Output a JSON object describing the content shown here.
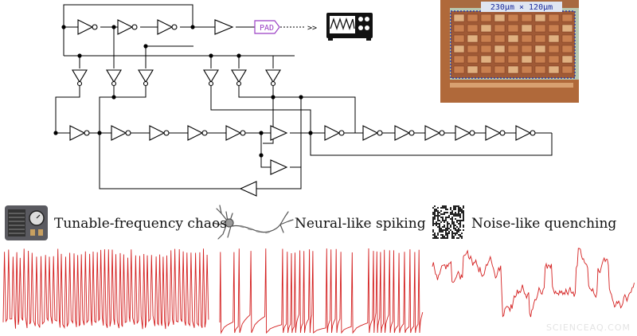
{
  "circuit": {
    "pad_label": "PAD",
    "probe_arrow": ">>"
  },
  "chip_photo": {
    "dimension_label": "230μm × 120μm"
  },
  "panels": [
    {
      "caption": "Tunable-frequency chaos",
      "icon": "radio-icon"
    },
    {
      "caption": "Neural-like spiking",
      "icon": "neuron-icon"
    },
    {
      "caption": "Noise-like quenching",
      "icon": "noise-pattern-icon"
    }
  ],
  "colors": {
    "trace": "#d42020",
    "wire": "#000000",
    "pad": "#9b3fc4",
    "chip_bg": "#b8c8b0",
    "chip_copper": "#b0693a",
    "chip_box": "#2a3aa8"
  },
  "watermark": "SCIENCEAQ.COM"
}
